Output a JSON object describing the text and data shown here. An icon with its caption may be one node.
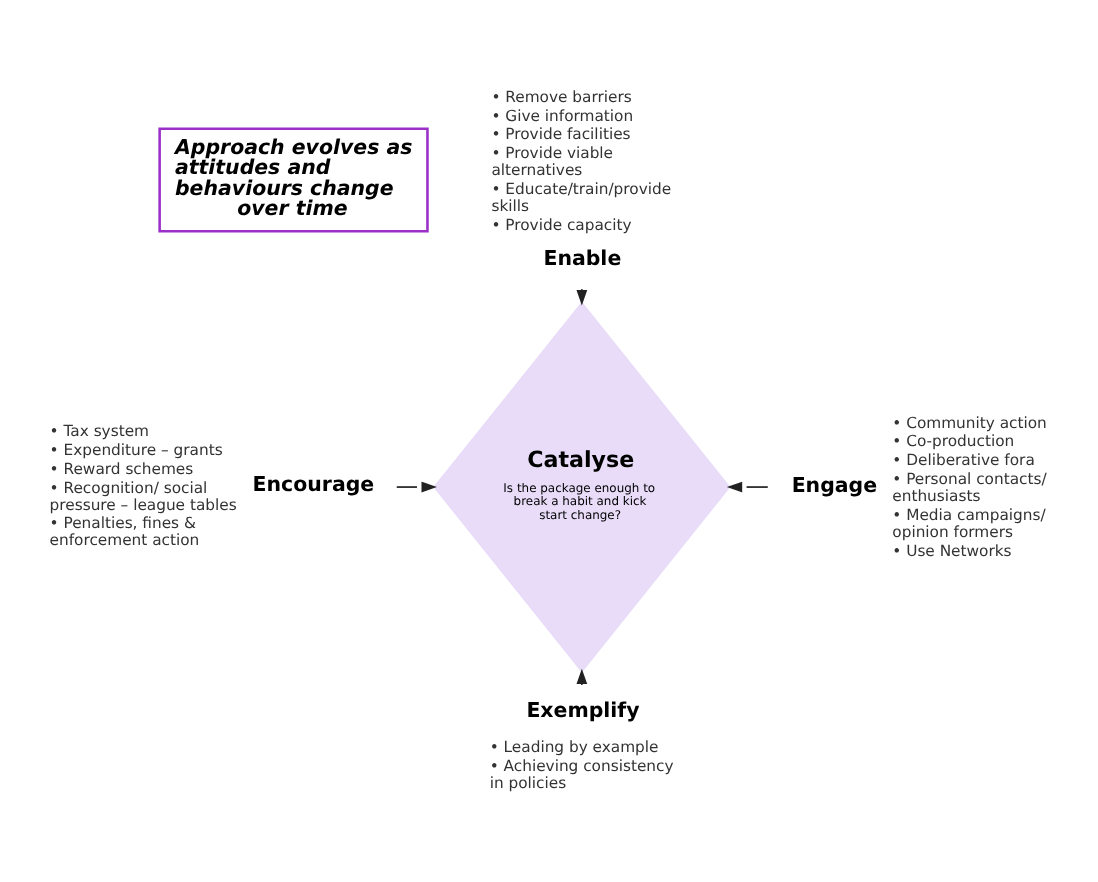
{
  "diagram": {
    "nodes": [
      {
        "text": [
          "Approach evolves as attitudes and behaviours change over time"
        ]
      },
      {
        "text": [
          "Enable"
        ],
        "beside": [
          "• Remove barriers",
          "• Give information",
          "• Provide facilities",
          "• Provide viable alternatives",
          "• Educate/train/provide skills",
          "• Provide capacity"
        ]
      },
      {
        "text": [
          "Encourage"
        ],
        "beside": [
          "• Tax system",
          "• Expenditure – grants",
          "• Reward schemes",
          "• Recognition/ social pressure – league tables",
          "• Penalties, fines & enforcement action"
        ]
      },
      {
        "text": [
          "Catalyse",
          "Is the package enough to break a habit and kick start change?"
        ]
      },
      {
        "text": [
          "Engage"
        ],
        "beside": [
          "• Community action",
          "• Co-production",
          "• Deliberative fora",
          "• Personal contacts/ enthusiasts",
          "• Media campaigns/ opinion formers",
          "• Use Networks"
        ]
      },
      {
        "text": [
          "Exemplify"
        ],
        "beside": [
          "• Leading by example",
          "• Achieving consistency in policies"
        ]
      }
    ],
    "edges": [
      {
        "from": 1,
        "to": 3,
        "arrow": "to"
      },
      {
        "from": 2,
        "to": 3,
        "arrow": "to"
      },
      {
        "from": 4,
        "to": 3,
        "arrow": "to"
      },
      {
        "from": 5,
        "to": 3,
        "arrow": "to"
      }
    ]
  }
}
